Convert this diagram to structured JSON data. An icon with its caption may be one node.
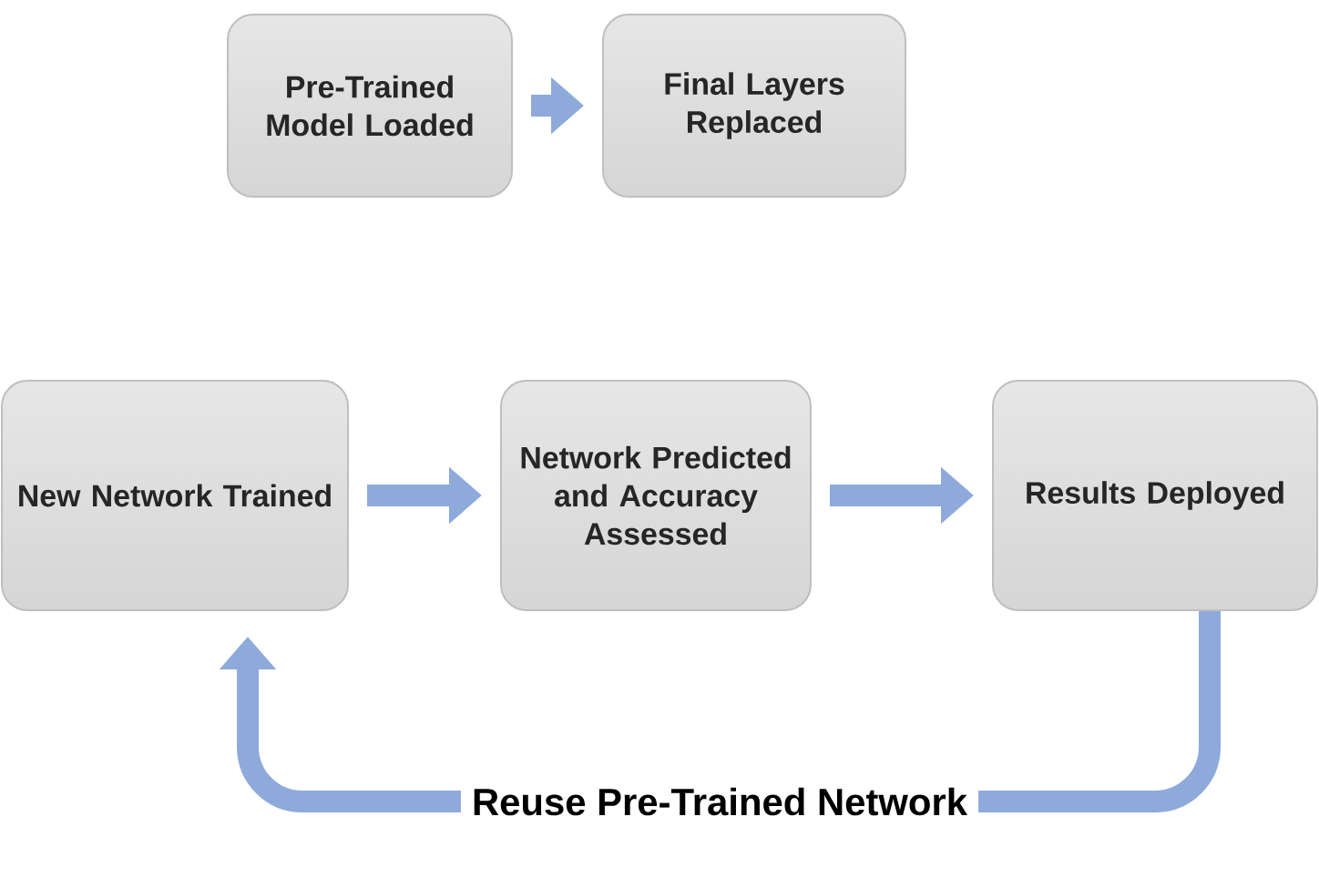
{
  "diagram": {
    "nodes": [
      {
        "text": [
          "Pre-Trained Model Loaded"
        ]
      },
      {
        "text": [
          "Final Layers Replaced"
        ]
      },
      {
        "text": [
          "New Network Trained"
        ]
      },
      {
        "text": [
          "Network Predicted and Accuracy Assessed"
        ]
      },
      {
        "text": [
          "Results Deployed"
        ]
      }
    ],
    "edges": [
      {
        "from": 0,
        "to": 1,
        "arrow": "to"
      },
      {
        "from": 2,
        "to": 3,
        "arrow": "to"
      },
      {
        "from": 3,
        "to": 4,
        "arrow": "to"
      },
      {
        "from": 4,
        "to": 2,
        "arrow": "to",
        "label": "Reuse Pre-Trained Network"
      }
    ]
  }
}
